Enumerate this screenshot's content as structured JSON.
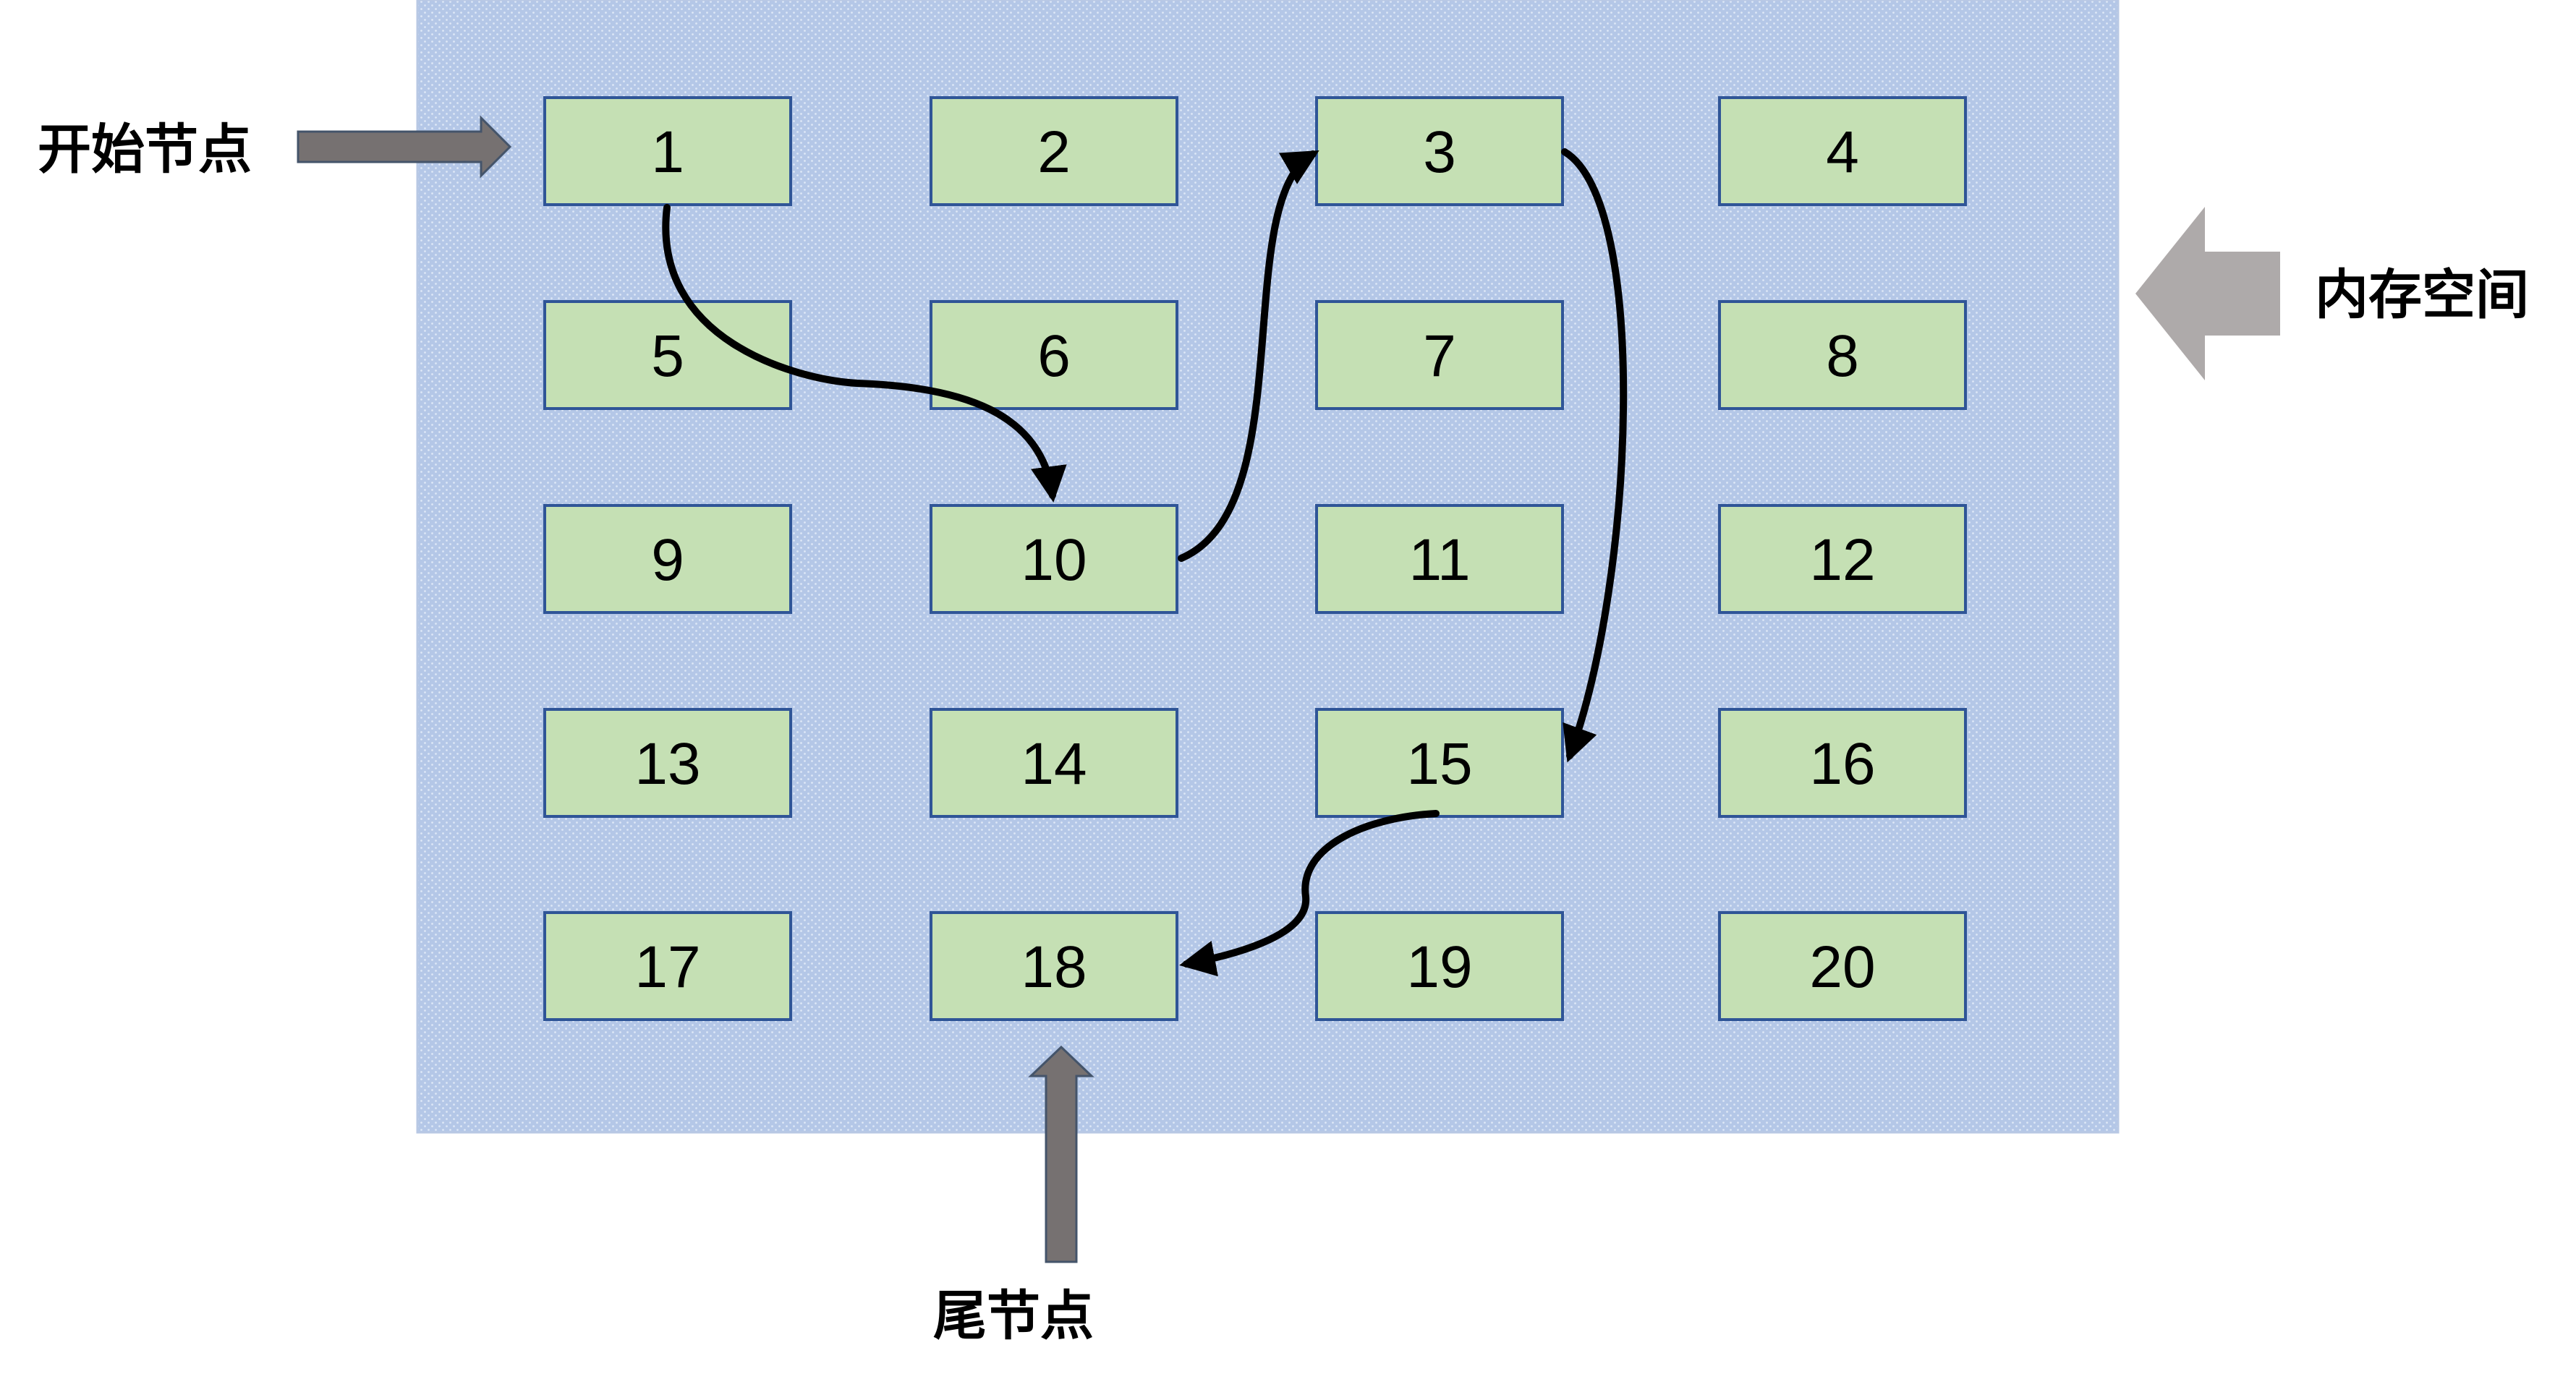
{
  "labels": {
    "start_node": "开始节点",
    "memory_space": "内存空间",
    "tail_node": "尾节点"
  },
  "cells": [
    "1",
    "2",
    "3",
    "4",
    "5",
    "6",
    "7",
    "8",
    "9",
    "10",
    "11",
    "12",
    "13",
    "14",
    "15",
    "16",
    "17",
    "18",
    "19",
    "20"
  ],
  "linked_path": [
    "1",
    "10",
    "3",
    "15",
    "18"
  ],
  "colors": {
    "memory_fill": "#b4c7e7",
    "cell_fill": "#c5e0b4",
    "cell_stroke": "#2f5597",
    "pointer_arrow": "#767171",
    "memory_arrow": "#aeaaaa",
    "link_arrow": "#000000"
  },
  "icons": {
    "start_pointer": "right-arrow-icon",
    "memory_pointer": "left-arrow-icon",
    "tail_pointer": "up-arrow-icon"
  }
}
